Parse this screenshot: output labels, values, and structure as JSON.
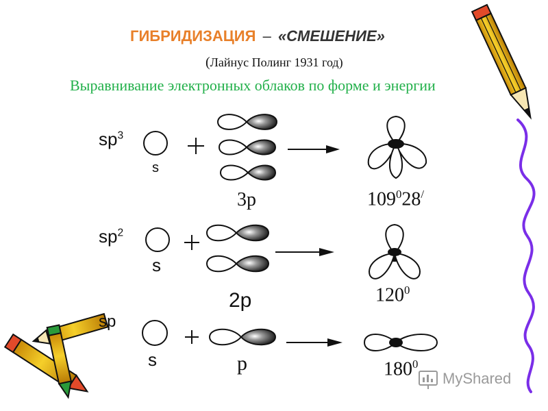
{
  "title": {
    "main": "ГИБРИДИЗАЦИЯ",
    "dash": "–",
    "sub": "«СМЕШЕНИЕ»"
  },
  "author": {
    "open": "(",
    "text": "Лайнус Полинг 1931 год)"
  },
  "subtitle": "Выравнивание электронных облаков по форме и энергии",
  "rows": [
    {
      "type_base": "sp",
      "type_sup": "3",
      "s_label": "s",
      "p_label": "3p",
      "angle_base": "109",
      "angle_sup1": "0",
      "angle_tail": "28",
      "angle_sup2": "/"
    },
    {
      "type_base": "sp",
      "type_sup": "2",
      "s_label": "s",
      "p_label": "2p",
      "angle_base": "120",
      "angle_sup1": "0"
    },
    {
      "type_base": "sp",
      "s_label": "s",
      "p_label": "p",
      "angle_base": "180",
      "angle_sup1": "0"
    }
  ],
  "plus": "+",
  "watermark": "MyShared",
  "colors": {
    "title": "#e8802a",
    "subtitle": "#22b04a",
    "crayon_wave": "#7a2ee8",
    "pencil_body": "#f2c21b",
    "pencil_tip": "#e24a2a"
  },
  "icons": [
    "pencil-icon",
    "crayon-bundle-icon",
    "myshared-logo-icon"
  ]
}
